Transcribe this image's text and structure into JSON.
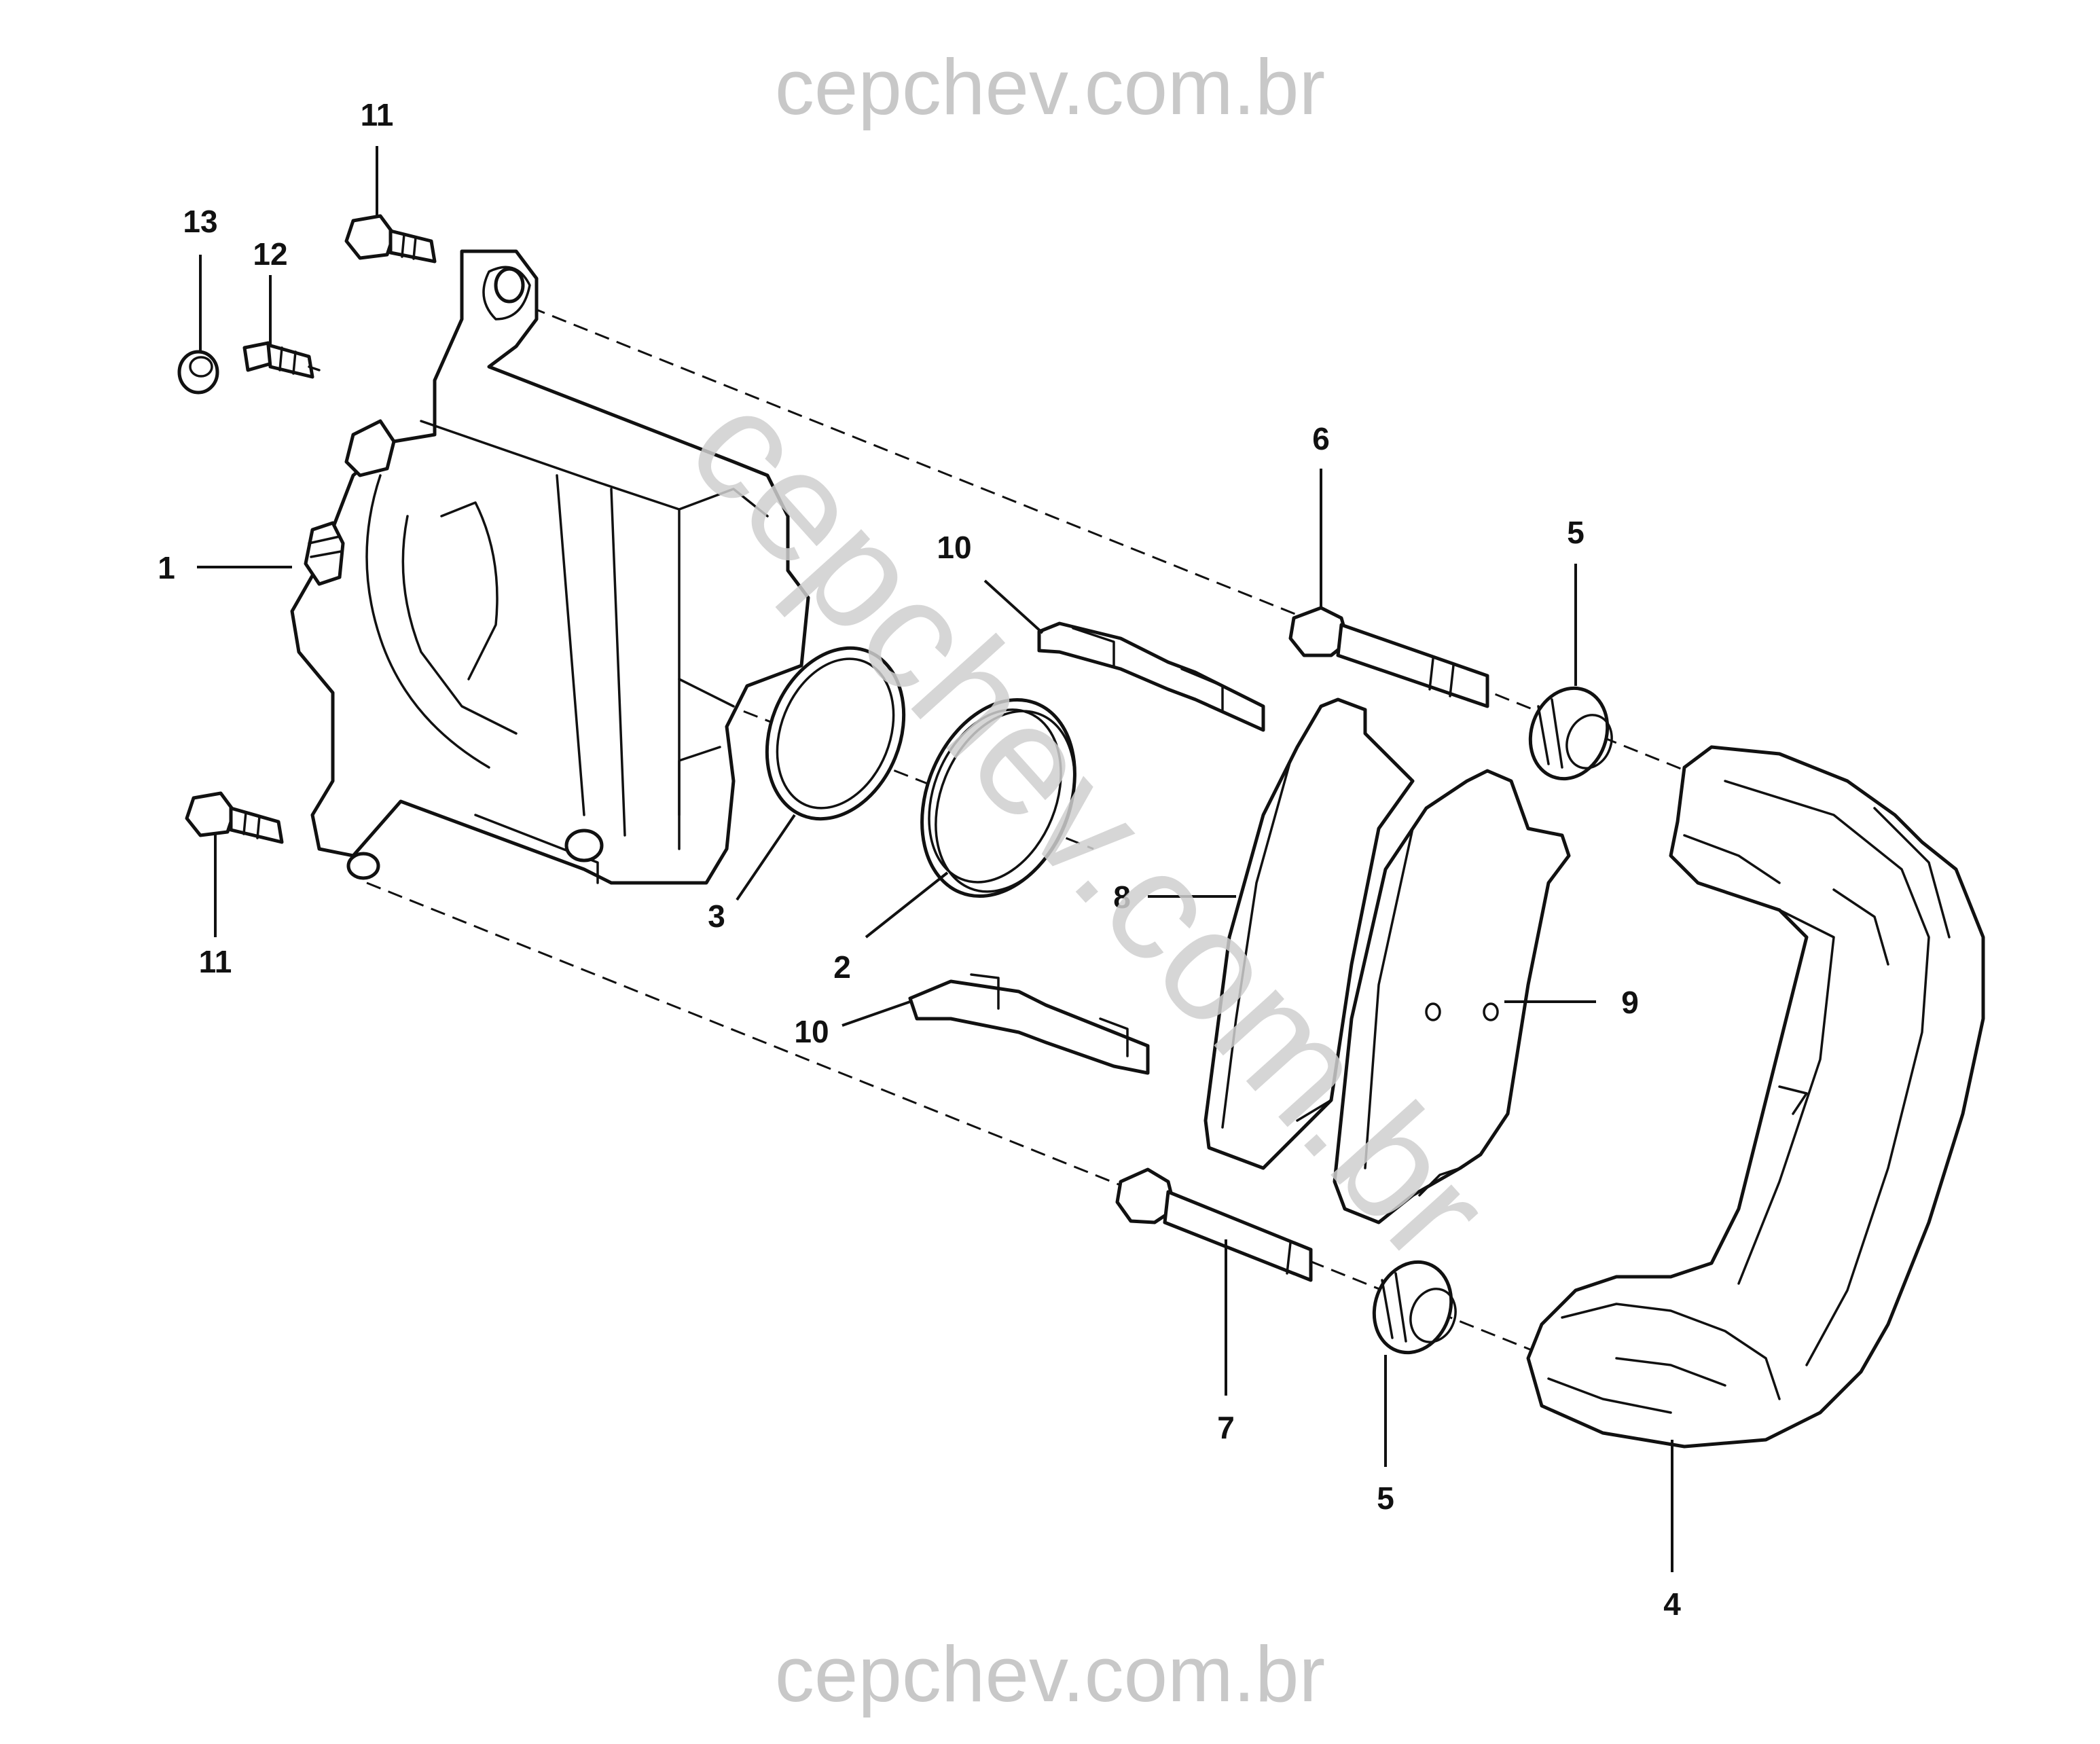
{
  "watermark": {
    "top": "cepchev.com.br",
    "bottom": "cepchev.com.br",
    "diagonal": "cepchev.com.br"
  },
  "callouts": [
    {
      "id": "c1",
      "label": "1"
    },
    {
      "id": "c2",
      "label": "2"
    },
    {
      "id": "c3",
      "label": "3"
    },
    {
      "id": "c4",
      "label": "4"
    },
    {
      "id": "c5a",
      "label": "5"
    },
    {
      "id": "c5b",
      "label": "5"
    },
    {
      "id": "c6",
      "label": "6"
    },
    {
      "id": "c7",
      "label": "7"
    },
    {
      "id": "c8",
      "label": "8"
    },
    {
      "id": "c9",
      "label": "9"
    },
    {
      "id": "c10a",
      "label": "10"
    },
    {
      "id": "c10b",
      "label": "10"
    },
    {
      "id": "c11a",
      "label": "11"
    },
    {
      "id": "c11b",
      "label": "11"
    },
    {
      "id": "c12",
      "label": "12"
    },
    {
      "id": "c13",
      "label": "13"
    }
  ]
}
